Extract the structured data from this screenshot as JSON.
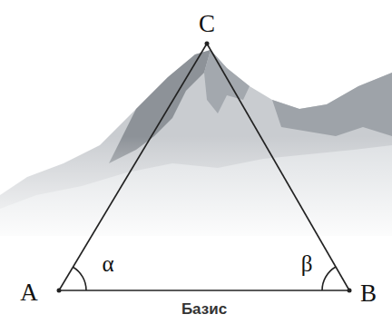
{
  "diagram": {
    "labels": [
      "C",
      "A",
      "B",
      "α",
      "β",
      "Базис"
    ]
  }
}
